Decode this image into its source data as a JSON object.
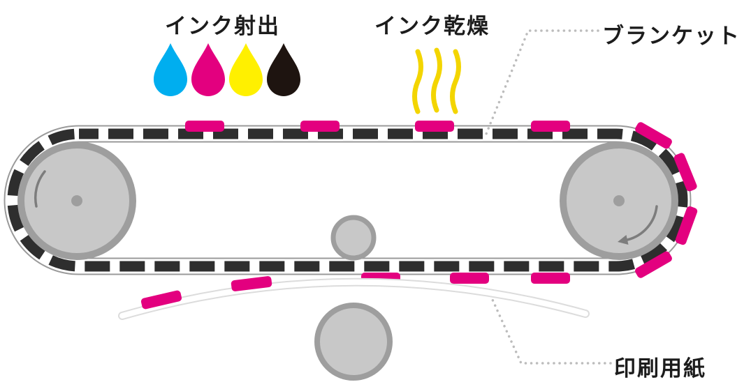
{
  "labels": {
    "ink_ejection": "インク射出",
    "ink_drying": "インク乾燥",
    "blanket": "ブランケット",
    "paper": "印刷用紙"
  },
  "inks": {
    "droplets": [
      {
        "name": "cyan",
        "color": "#00aeef"
      },
      {
        "name": "magenta",
        "color": "#e3007f"
      },
      {
        "name": "yellow",
        "color": "#fff000"
      },
      {
        "name": "black",
        "color": "#1e1410"
      }
    ]
  },
  "colors": {
    "ink_patch": "#e3007f",
    "heat_lines": "#f3d500",
    "belt_dash": "#2e2e2e",
    "belt_edge": "#9a9a9a",
    "roller_fill": "#c8c8c8",
    "roller_ring": "#9e9e9e",
    "roller_hub": "#9e9e9e",
    "rotation_arrow": "#7d7d7d",
    "leader_dots": "#bcbcbc",
    "paper_line": "#ffffff",
    "paper_edge": "#dcdcdc",
    "label_text": "#1c1c1c"
  }
}
